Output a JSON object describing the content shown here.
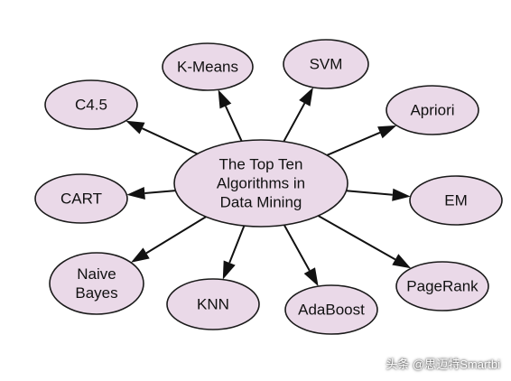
{
  "center": {
    "id": "center",
    "lines": [
      "The Top Ten",
      "Algorithms in",
      "Data Mining"
    ]
  },
  "nodes": [
    {
      "id": "kmeans",
      "lines": [
        "K-Means"
      ]
    },
    {
      "id": "svm",
      "lines": [
        "SVM"
      ]
    },
    {
      "id": "apriori",
      "lines": [
        "Apriori"
      ]
    },
    {
      "id": "c45",
      "lines": [
        "C4.5"
      ]
    },
    {
      "id": "cart",
      "lines": [
        "CART"
      ]
    },
    {
      "id": "em",
      "lines": [
        "EM"
      ]
    },
    {
      "id": "naive-bayes",
      "lines": [
        "Naive",
        "Bayes"
      ]
    },
    {
      "id": "knn",
      "lines": [
        "KNN"
      ]
    },
    {
      "id": "adaboost",
      "lines": [
        "AdaBoost"
      ]
    },
    {
      "id": "pagerank",
      "lines": [
        "PageRank"
      ]
    }
  ],
  "edges": [
    {
      "from": "center",
      "to": "kmeans"
    },
    {
      "from": "center",
      "to": "svm"
    },
    {
      "from": "center",
      "to": "apriori"
    },
    {
      "from": "center",
      "to": "c45"
    },
    {
      "from": "center",
      "to": "cart"
    },
    {
      "from": "center",
      "to": "em"
    },
    {
      "from": "center",
      "to": "naive-bayes"
    },
    {
      "from": "center",
      "to": "knn"
    },
    {
      "from": "center",
      "to": "adaboost"
    },
    {
      "from": "center",
      "to": "pagerank"
    }
  ],
  "colors": {
    "node_fill": "#ead9e8",
    "node_stroke": "#1a1a1a",
    "edge": "#111111",
    "background": "#ffffff"
  },
  "watermark": "头条 @思迈特Smartbi"
}
